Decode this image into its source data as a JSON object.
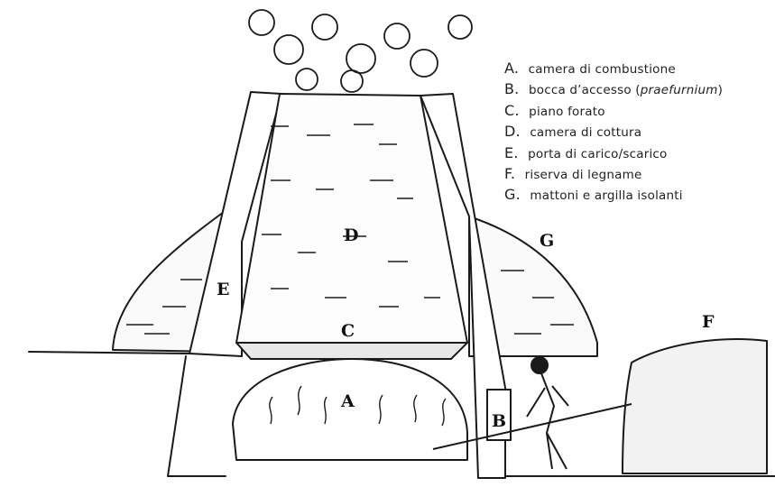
{
  "diagram": {
    "legend": [
      {
        "letter": "A.",
        "text": "camera di combustione",
        "italic": ""
      },
      {
        "letter": "B.",
        "text": "bocca d’accesso (",
        "italic": "praefurnium",
        "suffix": ")"
      },
      {
        "letter": "C.",
        "text": "piano forato",
        "italic": ""
      },
      {
        "letter": "D.",
        "text": "camera di cottura",
        "italic": ""
      },
      {
        "letter": "E.",
        "text": "porta di carico/scarico",
        "italic": ""
      },
      {
        "letter": "F.",
        "text": "riserva di legname",
        "italic": ""
      },
      {
        "letter": "G.",
        "text": "mattoni e argilla isolanti",
        "italic": ""
      }
    ],
    "labels": {
      "A": "A",
      "B": "B",
      "C": "C",
      "D": "D",
      "E": "E",
      "F": "F",
      "G": "G"
    }
  },
  "colors": {
    "ink": "#1a1a1a",
    "paper": "#ffffff"
  }
}
